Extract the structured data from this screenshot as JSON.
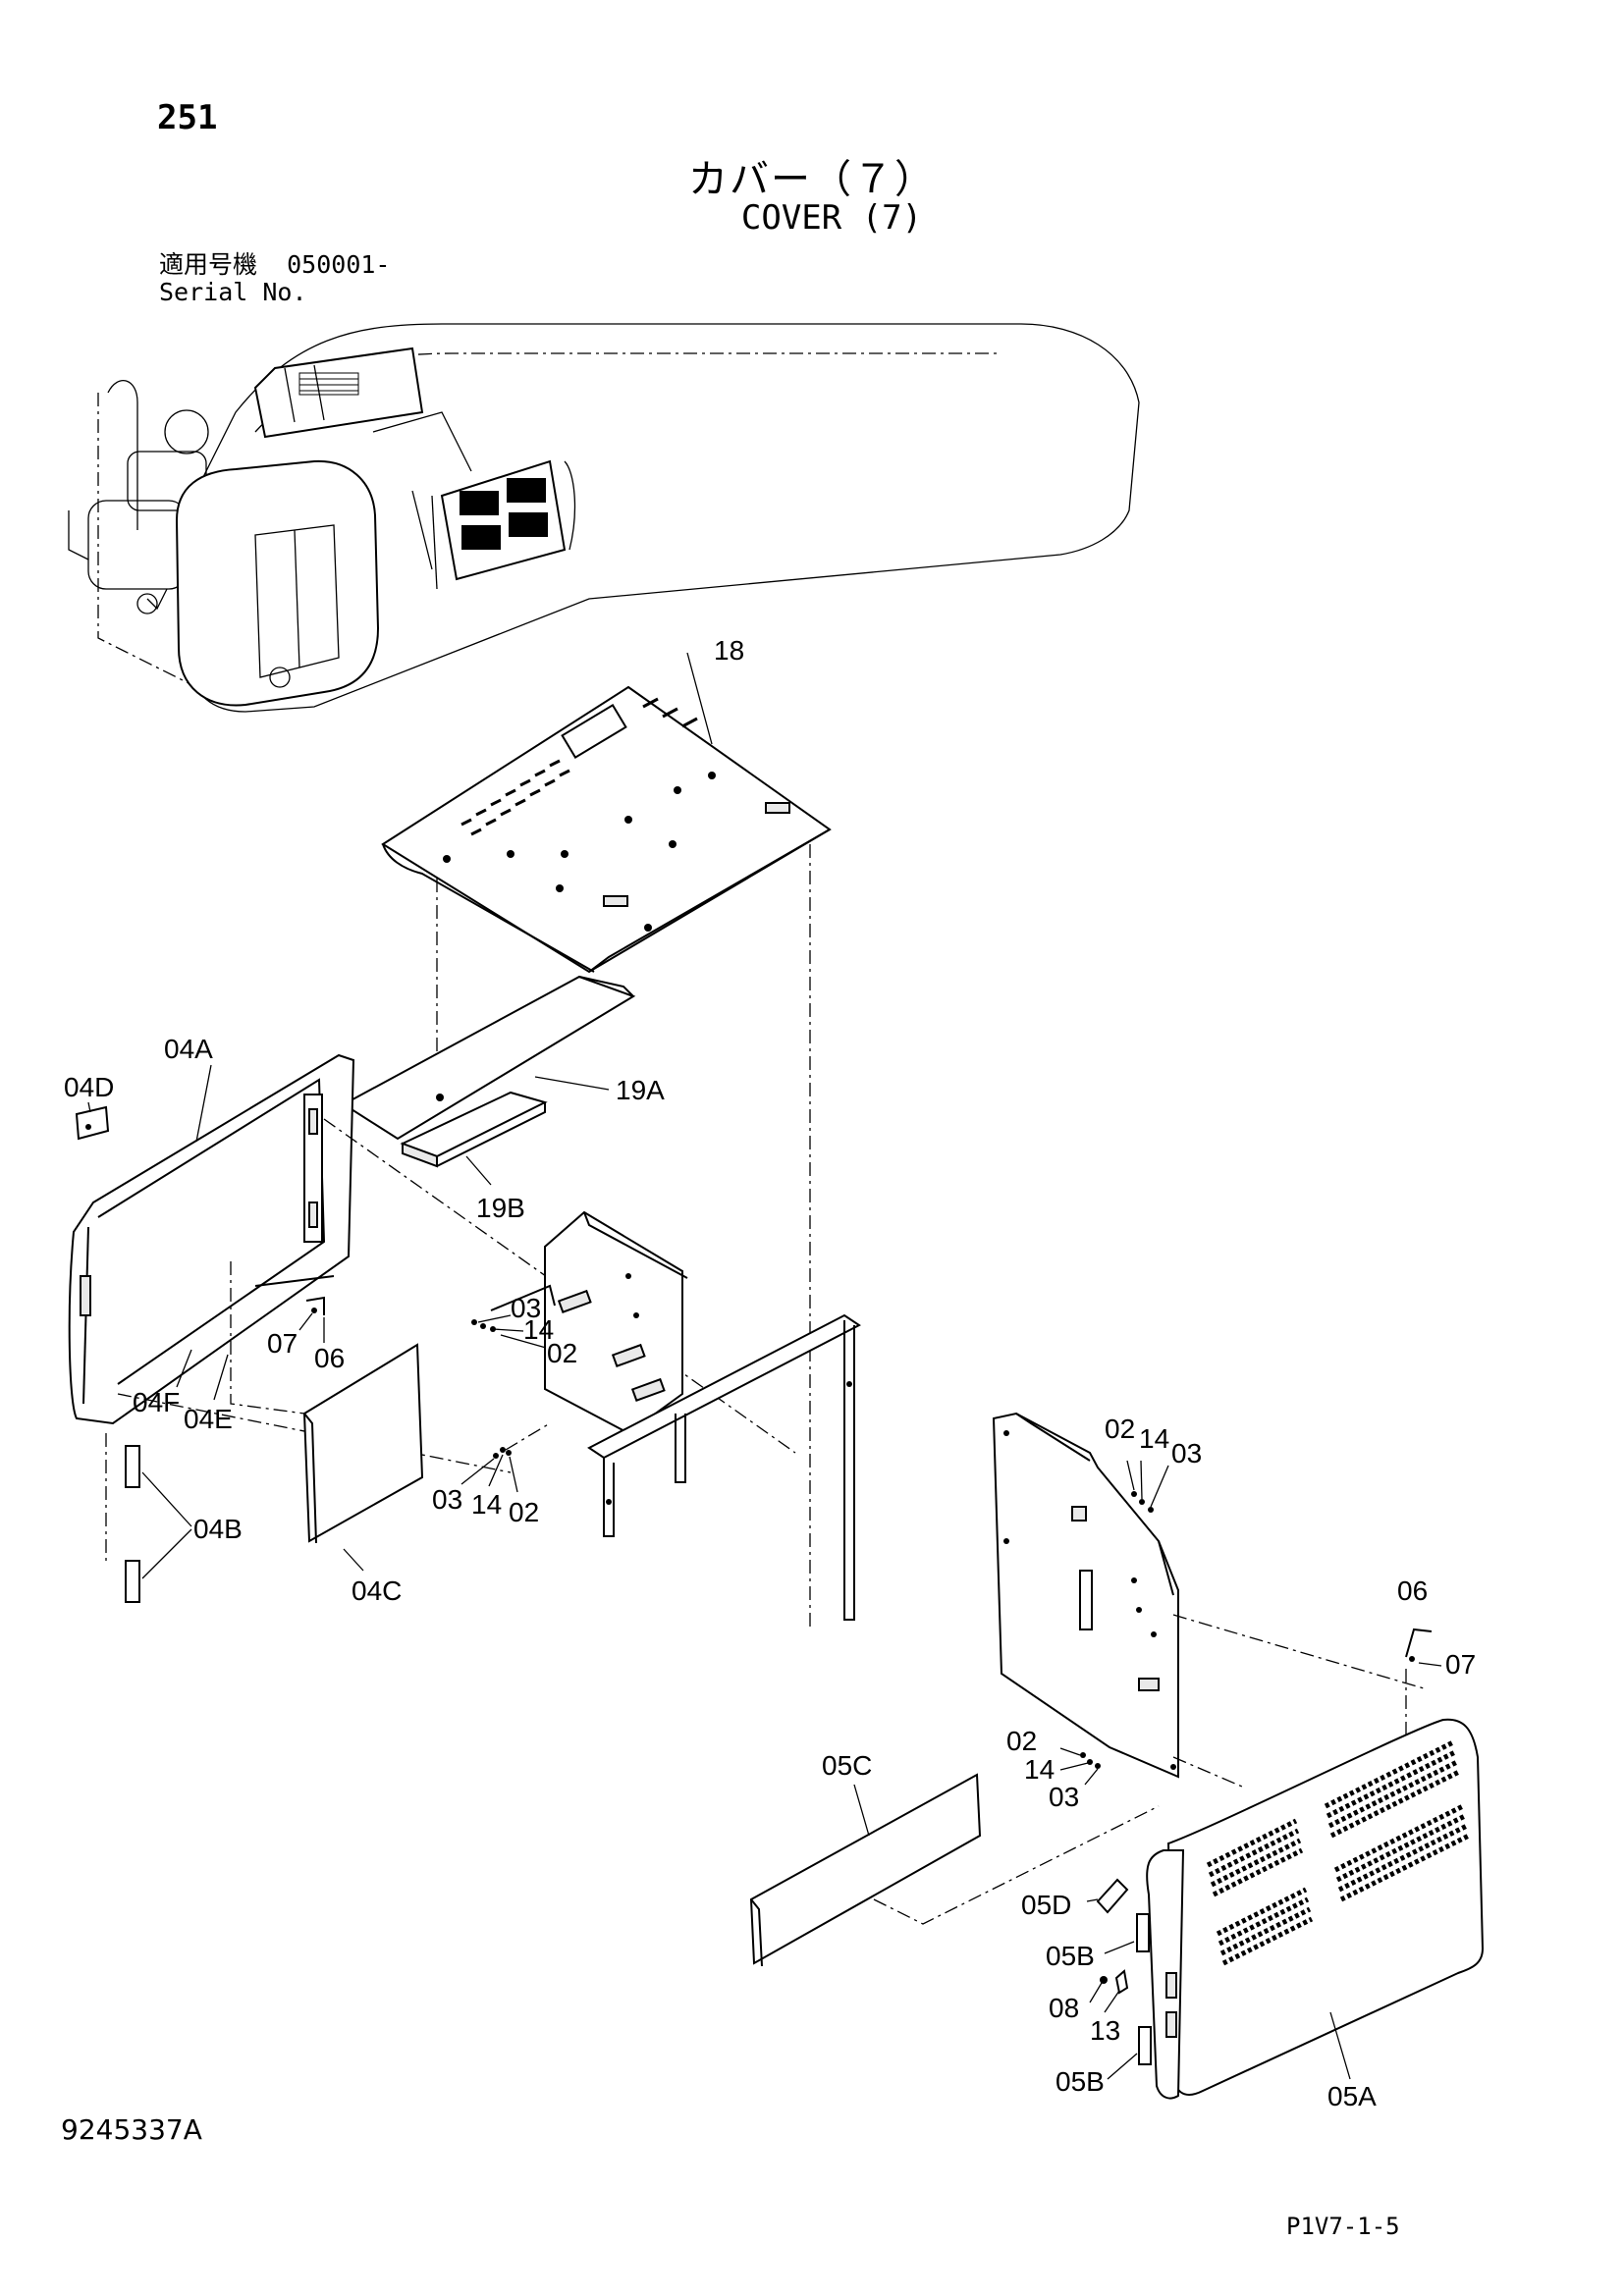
{
  "header": {
    "page_number": "251",
    "title_jp": "カバー（７）",
    "title_en": "COVER (7)",
    "serial_label_jp": "適用号機",
    "serial_value": "050001-",
    "serial_label_en": "Serial No."
  },
  "footer": {
    "document_id": "9245337A",
    "page_code": "P1V7-1-5"
  },
  "callouts": {
    "c18": "18",
    "c19A": "19A",
    "c19B": "19B",
    "c04A": "04A",
    "c04D": "04D",
    "c04F": "04F",
    "c04E": "04E",
    "c04B": "04B",
    "c04C": "04C",
    "c07a": "07",
    "c06a": "06",
    "c03a": "03",
    "c14a": "14",
    "c02a": "02",
    "c03b": "03",
    "c14b": "14",
    "c02b": "02",
    "c02c": "02",
    "c14c": "14",
    "c03c": "03",
    "c06b": "06",
    "c07b": "07",
    "c02d": "02",
    "c14d": "14",
    "c03d": "03",
    "c05C": "05C",
    "c05D": "05D",
    "c05B1": "05B",
    "c08": "08",
    "c13": "13",
    "c05B2": "05B",
    "c05A": "05A"
  }
}
